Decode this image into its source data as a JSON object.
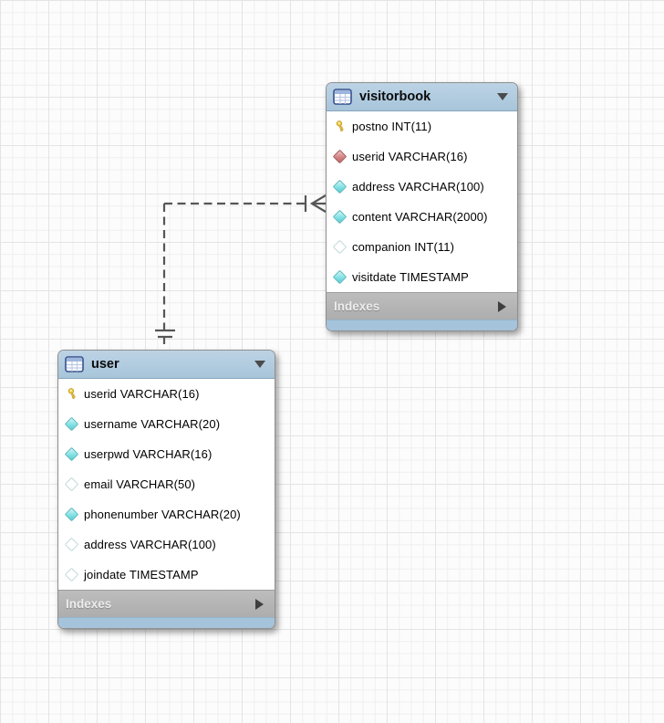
{
  "diagram": {
    "kind": "eer-diagram",
    "colors": {
      "header_blue": "#aecade",
      "footer_blue": "#a5c3da",
      "indexes_gray": "#b4b4b4",
      "indexes_text": "#ededed",
      "relationship_line": "#565656",
      "pk_yellow": "#ecc944",
      "fk_diamond_red": "#d08585",
      "notnull_diamond_cyan": "#7ddfe3",
      "nullable_diamond_white": "#ffffff",
      "grid_minor": "#efefef",
      "grid_major": "#e4e4e4"
    }
  },
  "tables": [
    {
      "name": "visitorbook",
      "header_icon": "table-icon",
      "collapse_icon": "chevron-down-icon",
      "columns": [
        {
          "icon": "primary-key-icon",
          "label": "postno INT(11)"
        },
        {
          "icon": "foreign-key-diamond-icon",
          "label": "userid VARCHAR(16)"
        },
        {
          "icon": "notnull-diamond-icon",
          "label": "address VARCHAR(100)"
        },
        {
          "icon": "notnull-diamond-icon",
          "label": "content VARCHAR(2000)"
        },
        {
          "icon": "nullable-diamond-icon",
          "label": "companion INT(11)"
        },
        {
          "icon": "notnull-diamond-icon",
          "label": "visitdate TIMESTAMP"
        }
      ],
      "indexes": {
        "label": "Indexes",
        "expand_icon": "triangle-right-icon"
      }
    },
    {
      "name": "user",
      "header_icon": "table-icon",
      "collapse_icon": "chevron-down-icon",
      "columns": [
        {
          "icon": "primary-key-icon",
          "label": "userid VARCHAR(16)"
        },
        {
          "icon": "notnull-diamond-icon",
          "label": "username VARCHAR(20)"
        },
        {
          "icon": "notnull-diamond-icon",
          "label": "userpwd VARCHAR(16)"
        },
        {
          "icon": "nullable-diamond-icon",
          "label": "email VARCHAR(50)"
        },
        {
          "icon": "notnull-diamond-icon",
          "label": "phonenumber VARCHAR(20)"
        },
        {
          "icon": "nullable-diamond-icon",
          "label": "address VARCHAR(100)"
        },
        {
          "icon": "nullable-diamond-icon",
          "label": "joindate TIMESTAMP"
        }
      ],
      "indexes": {
        "label": "Indexes",
        "expand_icon": "triangle-right-icon"
      }
    }
  ],
  "relationship": {
    "from_table": "user",
    "to_table": "visitorbook",
    "cardinality": "1:n",
    "line_style": "dashed",
    "many_end_marker": "crow-foot-with-bar",
    "one_end_marker": "double-bar"
  }
}
